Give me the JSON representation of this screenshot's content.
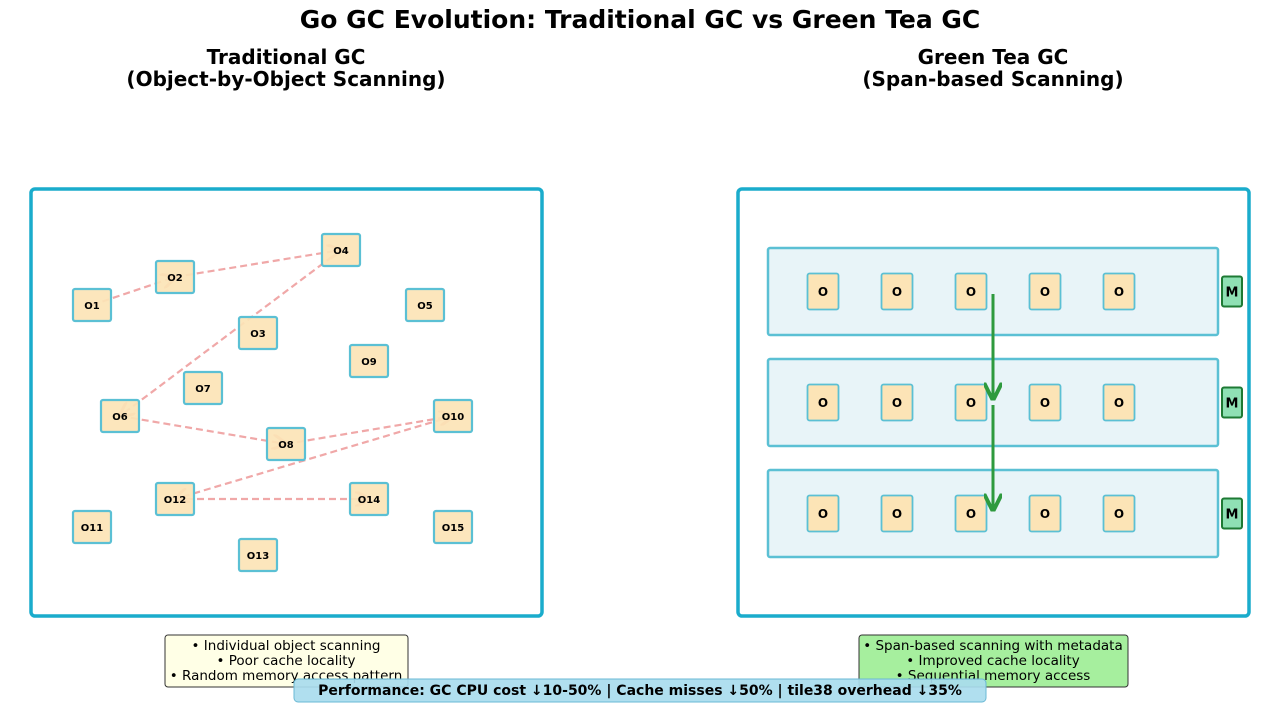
{
  "title": "Go GC Evolution: Traditional GC vs Green Tea GC",
  "colors": {
    "panel_border": "#1aaccc",
    "object_fill": "#fce4b6",
    "object_border": "#5bc0d4",
    "span_fill": "#e8f4f8",
    "span_border": "#5bc0d4",
    "pointer_arrow": "#f0a8a8",
    "scan_arrow": "#2e9a3e",
    "metadata_fill": "#8fe0b4",
    "metadata_border": "#1e7a34",
    "traditional_note_fill": "#ffffe6",
    "green_tea_note_fill": "#a6ef9e",
    "performance_fill": "#a9dcee"
  },
  "traditional": {
    "title_line1": "Traditional GC",
    "title_line2": "(Object-by-Object Scanning)",
    "objects": [
      "O1",
      "O2",
      "O3",
      "O4",
      "O5",
      "O6",
      "O7",
      "O8",
      "O9",
      "O10",
      "O11",
      "O12",
      "O13",
      "O14",
      "O15"
    ],
    "pointers": [
      {
        "from": "O1",
        "to": "O2"
      },
      {
        "from": "O2",
        "to": "O4"
      },
      {
        "from": "O4",
        "to": "O6"
      },
      {
        "from": "O6",
        "to": "O8"
      },
      {
        "from": "O8",
        "to": "O10"
      },
      {
        "from": "O10",
        "to": "O12"
      },
      {
        "from": "O12",
        "to": "O14"
      }
    ],
    "notes": [
      "• Individual object scanning",
      "• Poor cache locality",
      "• Random memory access pattern"
    ]
  },
  "green_tea": {
    "title_line1": "Green Tea GC",
    "title_line2": "(Span-based Scanning)",
    "spans": [
      {
        "objects": [
          "O",
          "O",
          "O",
          "O",
          "O"
        ],
        "metadata": "M"
      },
      {
        "objects": [
          "O",
          "O",
          "O",
          "O",
          "O"
        ],
        "metadata": "M"
      },
      {
        "objects": [
          "O",
          "O",
          "O",
          "O",
          "O"
        ],
        "metadata": "M"
      }
    ],
    "notes": [
      "• Span-based scanning with metadata",
      "• Improved cache locality",
      "• Sequential memory access"
    ]
  },
  "performance": "Performance: GC CPU cost ↓10-50% | Cache misses ↓50% | tile38 overhead ↓35%"
}
